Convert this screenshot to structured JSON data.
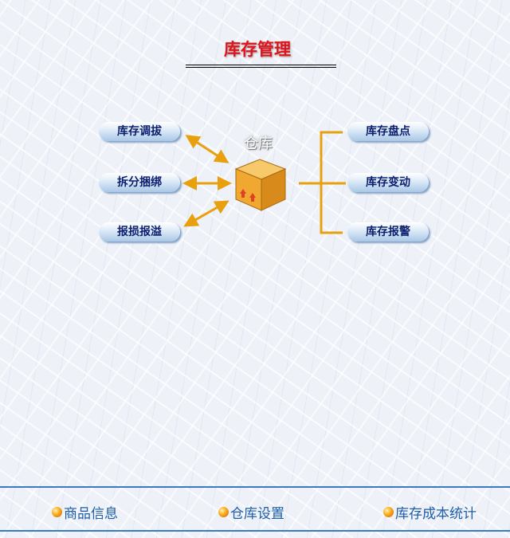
{
  "title": "库存管理",
  "center_label": "仓库",
  "left_buttons": [
    {
      "label": "库存调拔"
    },
    {
      "label": "拆分捆绑"
    },
    {
      "label": "报损报溢"
    }
  ],
  "right_buttons": [
    {
      "label": "库存盘点"
    },
    {
      "label": "库存变动"
    },
    {
      "label": "库存报警"
    }
  ],
  "footer_links": [
    {
      "label": "商品信息",
      "icon": "orange-ball-icon"
    },
    {
      "label": "仓库设置",
      "icon": "orange-ball-icon"
    },
    {
      "label": "库存成本统计",
      "icon": "orange-ball-icon"
    }
  ],
  "colors": {
    "title": "#e0141c",
    "connector": "#e8a00e",
    "footer_line": "#3a7abf",
    "link": "#1f5ea8"
  }
}
